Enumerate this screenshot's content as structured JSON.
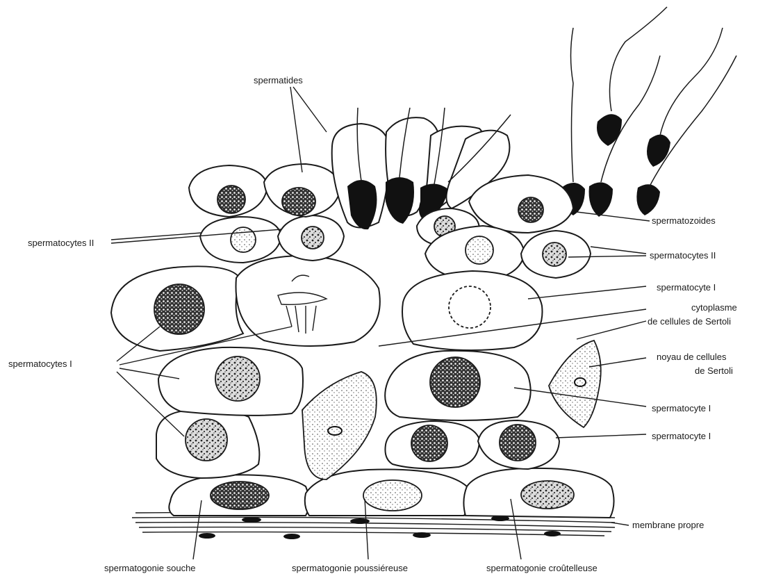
{
  "labels": {
    "spermatides": "spermatides",
    "spermatozoides": "spermatozoides",
    "spermatocytes_ii_left": "spermatocytes II",
    "spermatocytes_ii_right": "spermatocytes II",
    "spermatocyte_i_right_1": "spermatocyte I",
    "cytoplasme_line1": "cytoplasme",
    "cytoplasme_line2": "de cellules de Sertoli",
    "noyau_line1": "noyau de cellules",
    "noyau_line2": "de Sertoli",
    "spermatocytes_i_left": "spermatocytes I",
    "spermatocyte_i_right_2": "spermatocyte I",
    "spermatocyte_i_right_3": "spermatocyte I",
    "membrane_propre": "membrane propre",
    "spermatogonie_souche": "spermatogonie souche",
    "spermatogonie_poussiereuse": "spermatogonie poussiéreuse",
    "spermatogonie_croutelleuse": "spermatogonie croûtelleuse"
  },
  "colors": {
    "ink": "#1a1a1a",
    "background": "#ffffff",
    "nucleus_fill": "#8a8a8a"
  }
}
